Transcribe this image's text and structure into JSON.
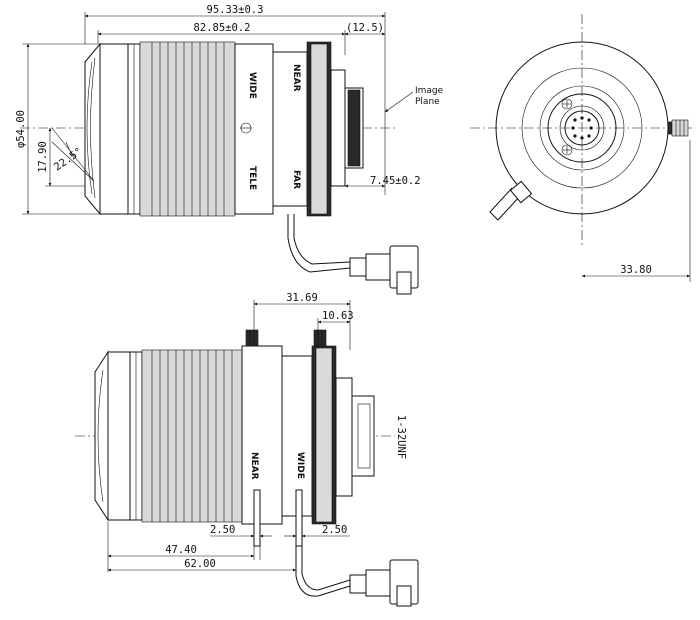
{
  "side_view": {
    "overall_length": "95.33±0.3",
    "flange_length": "82.85±0.2",
    "back_extension": "(12.5)",
    "diameter": "φ54.00",
    "image_height": "17.90",
    "angle": "22.5°",
    "back_focus": "7.45±0.2",
    "image_plane_line1": "Image",
    "image_plane_line2": "Plane",
    "ring_label_wide": "WIDE",
    "ring_label_tele": "TELE",
    "ring_label_near": "NEAR",
    "ring_label_far": "FAR"
  },
  "front_view": {
    "offset": "33.80"
  },
  "bottom_view": {
    "ring_span": "31.69",
    "knob_offset": "10.63",
    "thread": "1-32UNF",
    "near_offset": "2.50",
    "wide_offset": "2.50",
    "dim_47": "47.40",
    "dim_62": "62.00",
    "ring_label_near": "NEAR",
    "ring_label_wide": "WIDE"
  }
}
